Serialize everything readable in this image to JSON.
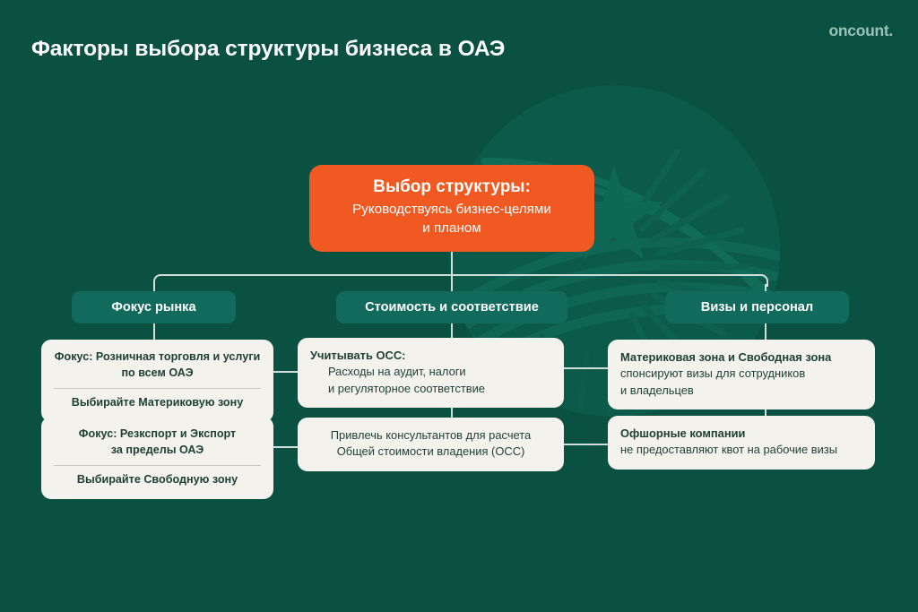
{
  "header": {
    "title": "Факторы выбора структуры бизнеса в ОАЭ",
    "brand": "oncount."
  },
  "colors": {
    "background": "#0a5142",
    "accent": "#f05a22",
    "pill": "#116a5b",
    "card": "#f3f2ed",
    "card_text": "#1d3f36",
    "connector": "#cfe0da",
    "brand_text": "#98c3b6"
  },
  "root": {
    "title": "Выбор структуры:",
    "subtitle_line1": "Руководствуясь бизнес-целями",
    "subtitle_line2": "и планом"
  },
  "categories": [
    {
      "label": "Фокус рынка"
    },
    {
      "label": "Стоимость и соответствие"
    },
    {
      "label": "Визы и персонал"
    }
  ],
  "cards": {
    "left": [
      {
        "lines": [
          {
            "text": "Фокус: Розничная торговля и услуги",
            "bold": true,
            "center": true,
            "indent": false
          },
          {
            "text": "по всем ОАЭ",
            "bold": true,
            "center": true,
            "indent": false
          }
        ],
        "divider": true,
        "lines2": [
          {
            "text": "Выбирайте Материковую зону",
            "bold": true,
            "center": true,
            "indent": false
          }
        ]
      },
      {
        "lines": [
          {
            "text": "Фокус: Резкспорт и Экспорт",
            "bold": true,
            "center": true,
            "indent": false
          },
          {
            "text": "за пределы ОАЭ",
            "bold": true,
            "center": true,
            "indent": false
          }
        ],
        "divider": true,
        "lines2": [
          {
            "text": "Выбирайте Свободную зону",
            "bold": true,
            "center": true,
            "indent": false
          }
        ]
      }
    ],
    "middle": [
      {
        "lines": [
          {
            "text": "Учитывать ОСС:",
            "bold": true,
            "center": false,
            "indent": false
          },
          {
            "text": "Расходы на аудит, налоги",
            "bold": false,
            "center": false,
            "indent": true
          },
          {
            "text": "и регуляторное соответствие",
            "bold": false,
            "center": false,
            "indent": true
          }
        ],
        "divider": false,
        "lines2": []
      },
      {
        "lines": [
          {
            "text": "Привлечь консультантов для расчета",
            "bold": false,
            "center": true,
            "indent": false
          },
          {
            "text": "Общей стоимости владения (ОСС)",
            "bold": false,
            "center": true,
            "indent": false
          }
        ],
        "divider": false,
        "lines2": []
      }
    ],
    "right": [
      {
        "lines": [
          {
            "text": "Материковая зона и Свободная зона",
            "bold": true,
            "center": false,
            "indent": false
          },
          {
            "text": "спонсируют визы для сотрудников",
            "bold": false,
            "center": false,
            "indent": false
          },
          {
            "text": "и владельцев",
            "bold": false,
            "center": false,
            "indent": false
          }
        ],
        "divider": false,
        "lines2": []
      },
      {
        "lines": [
          {
            "text": "Офшорные компании",
            "bold": true,
            "center": false,
            "indent": false
          },
          {
            "text": "не предоставляют квот на рабочие визы",
            "bold": false,
            "center": false,
            "indent": false
          }
        ],
        "divider": false,
        "lines2": []
      }
    ]
  },
  "decoration": {
    "watermark": "uae-emblem-star-arcs-watermark"
  }
}
